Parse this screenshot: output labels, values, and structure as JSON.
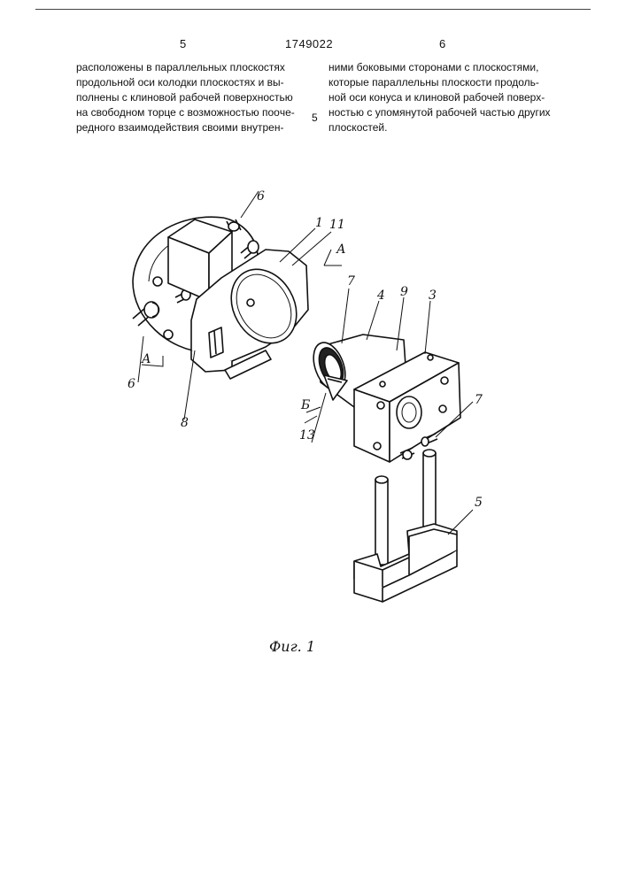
{
  "header": {
    "col_left_num": "5",
    "patent_no": "1749022",
    "col_right_num": "6"
  },
  "text": {
    "left_column": [
      "расположены в параллельных плоскостях",
      "продольной оси колодки плоскостях и вы-",
      "полнены с клиновой рабочей поверхностью",
      "на свободном торце с возможностью поoче-",
      "редного взаимодействия своими внутрен-"
    ],
    "line_number": "5",
    "right_column": [
      "ними боковыми сторонами с плоскостями,",
      "которые параллельны плоскости продоль-",
      "ной оси конуса и клиновой рабочей поверх-",
      "ностью с упомянутой рабочей частью других",
      "плоскостей."
    ]
  },
  "figure": {
    "caption": "Фиг. 1",
    "labels": {
      "l1": "1",
      "l11": "11",
      "l6_top": "6",
      "l6_bot": "6",
      "lA_top": "А",
      "lA_bot": "А",
      "l8": "8",
      "l7_top": "7",
      "l4": "4",
      "l9": "9",
      "l3": "3",
      "l7_right": "7",
      "lB": "Б",
      "l13": "13",
      "l5": "5"
    }
  }
}
